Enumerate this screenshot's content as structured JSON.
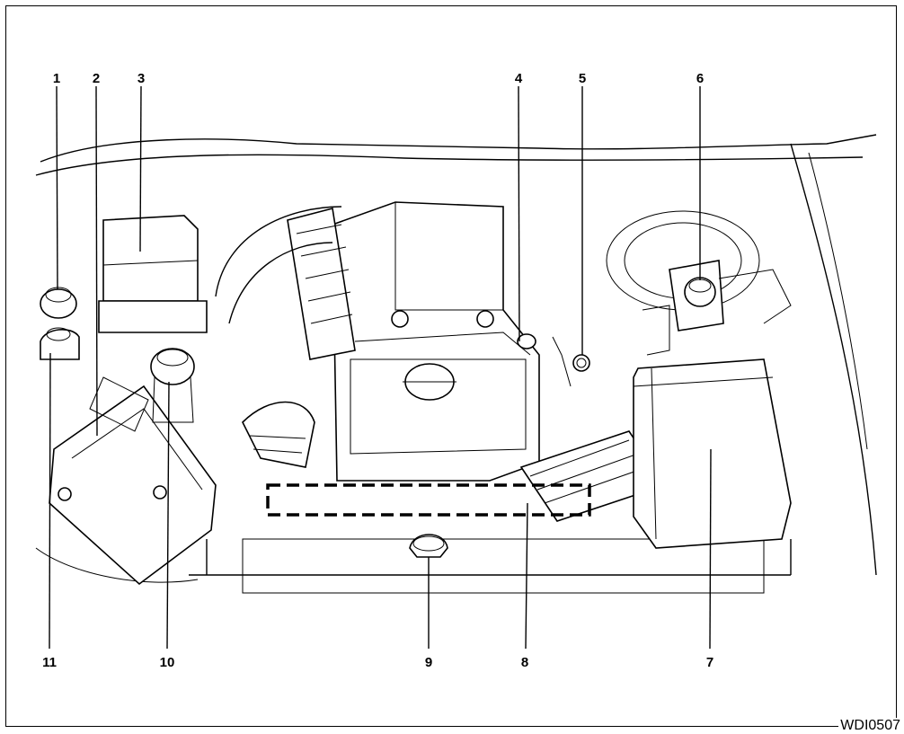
{
  "callouts": [
    {
      "id": "1",
      "text": "1"
    },
    {
      "id": "2",
      "text": "2"
    },
    {
      "id": "3",
      "text": "3"
    },
    {
      "id": "4",
      "text": "4"
    },
    {
      "id": "5",
      "text": "5"
    },
    {
      "id": "6",
      "text": "6"
    },
    {
      "id": "7",
      "text": "7"
    },
    {
      "id": "8",
      "text": "8"
    },
    {
      "id": "9",
      "text": "9"
    },
    {
      "id": "10",
      "text": "10"
    },
    {
      "id": "11",
      "text": "11"
    }
  ],
  "figure_code": "WDI0507"
}
